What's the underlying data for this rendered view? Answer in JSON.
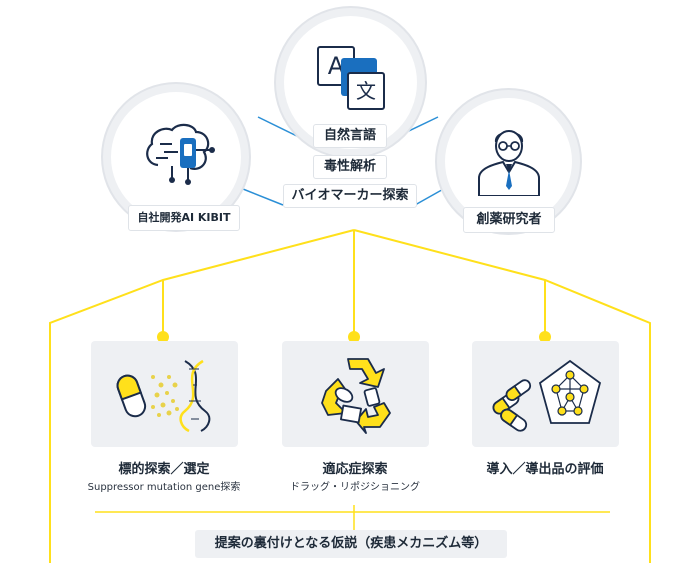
{
  "hub": {
    "ai_label": "自社開発AI KIBIT",
    "nlp_label": "自然言語",
    "researcher_label": "創薬研究者",
    "tox_label": "毒性解析",
    "biomarker_label": "バイオマーカー探索"
  },
  "cards": [
    {
      "title": "標的探索／選定",
      "subtitle": "Suppressor mutation gene探索",
      "icon": "capsule-dna-icon"
    },
    {
      "title": "適応症探索",
      "subtitle": "ドラッグ・リポジショニング",
      "icon": "recycle-icon"
    },
    {
      "title": "導入／導出品の評価",
      "subtitle": "",
      "icon": "pill-network-icon"
    }
  ],
  "translate_icon": {
    "left_glyph": "A",
    "right_glyph": "文"
  },
  "bottom_label": "提案の裏付けとなる仮説（疾患メカニズム等）",
  "colors": {
    "accent_yellow": "#ffe01b",
    "brand_blue": "#1a6fbf",
    "dark_navy": "#1b2c4a",
    "line_blue": "#2b8fd6"
  }
}
